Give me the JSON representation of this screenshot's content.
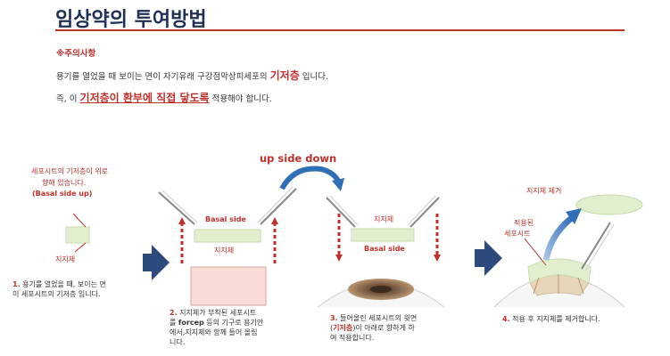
{
  "title": "임상약의 투여방법",
  "caution": {
    "heading": "※주의사항",
    "line1_pre": "용기를 열었을 때 보이는 면이 자기유래 구강점막상피세포의 ",
    "line1_em": "기저층",
    "line1_post": " 입니다.",
    "line2_pre": "즉, 이 ",
    "line2_em": "기저층이 환부에 직접 닿도록",
    "line2_post": " 적용해야 합니다."
  },
  "diagram": {
    "step1_top_l1": "세포시트의 기저층이 위로",
    "step1_top_l2": "향해 있습니다.",
    "step1_top_l3": "(Basal side up)",
    "step1_support": "지지체",
    "step2_basal": "Basal side",
    "step2_support": "지지체",
    "flip_label": "up side down",
    "step3_support": "지지체",
    "step3_basal": "Basal side",
    "step4_remove": "지지체 제거",
    "step4_applied_l1": "적용된",
    "step4_applied_l2": "세포시트"
  },
  "steps": {
    "s1_num": "1.",
    "s1_l1": "용기를 열었을 때, 보이는 면",
    "s1_l2": "이 세포시트의 기저층 입니다.",
    "s2_num": "2.",
    "s2_l1": "지지체가 부착된 세포시트",
    "s2_l2a": "를 ",
    "s2_l2b": "forcep",
    "s2_l2c": " 등의 기구로 용기안",
    "s2_l3": "에서,지지체와 함께 들어 올립",
    "s2_l4": "니다.",
    "s3_num": "3.",
    "s3_l1": "들어올린 세포시트의 윗면",
    "s3_l2a": "(",
    "s3_l2b": "기저층",
    "s3_l2c": ")이 아래로 향하게 하",
    "s3_l3": "여 적용합니다.",
    "s4_num": "4.",
    "s4_l1": "적용 후 지지체를 제거합니다."
  },
  "colors": {
    "title": "#1f2f57",
    "accent_red": "#c0302b",
    "navy_arrow": "#2d4a7c",
    "sheet_green": "#e2efcf",
    "container_pink": "#f9dcd6",
    "iris_brown": "#a07c5c"
  }
}
